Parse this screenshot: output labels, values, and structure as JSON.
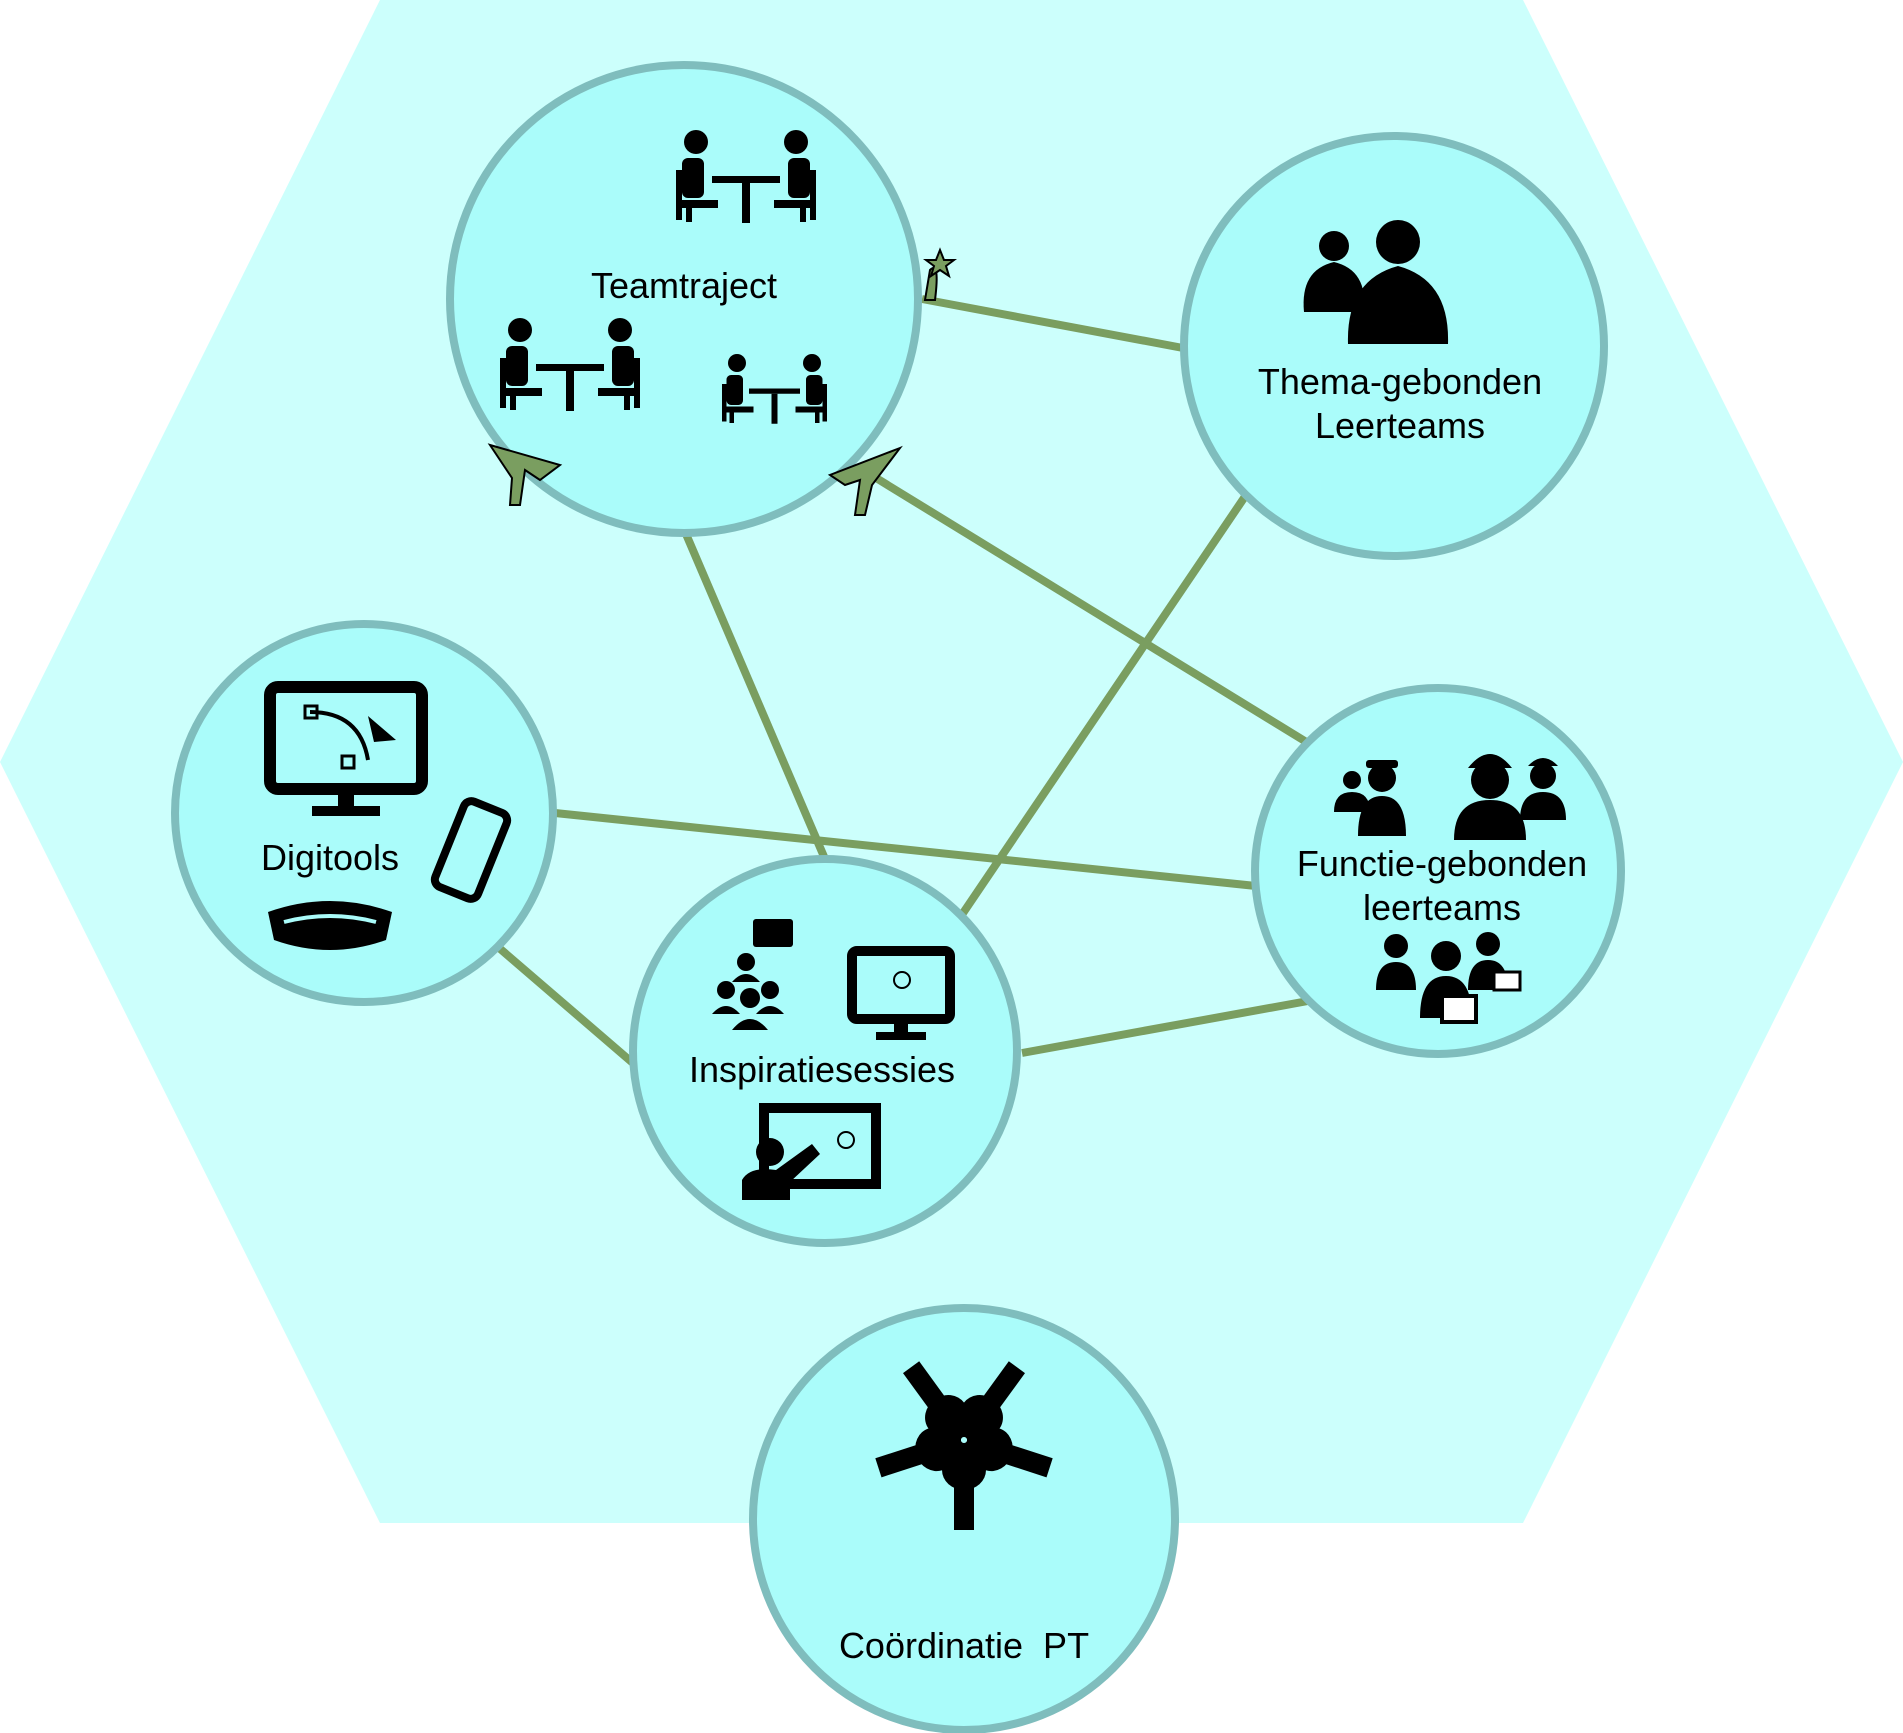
{
  "colors": {
    "hexagon": "#ccfffc",
    "circle_fill": "#aafcfa",
    "circle_stroke": "#7fbdbd",
    "connector": "#7a9e60",
    "icon": "#000000"
  },
  "nodes": {
    "teamtraject": {
      "label": "Teamtraject",
      "icon": "meeting-table-icon"
    },
    "thema": {
      "label_line1": "Thema-gebonden",
      "label_line2": "Leerteams",
      "icon": "buddha-icon"
    },
    "digitools": {
      "label": "Digitools",
      "icon": "monitor-vector-icon"
    },
    "inspiratie": {
      "label": "Inspiratiesessies",
      "icon": "presentation-icon"
    },
    "functie": {
      "label_line1": "Functie-gebonden",
      "label_line2": "leerteams",
      "icon": "professions-icon"
    },
    "coordinatie": {
      "label": "Coördinatie  PT",
      "icon": "hands-together-icon"
    }
  }
}
